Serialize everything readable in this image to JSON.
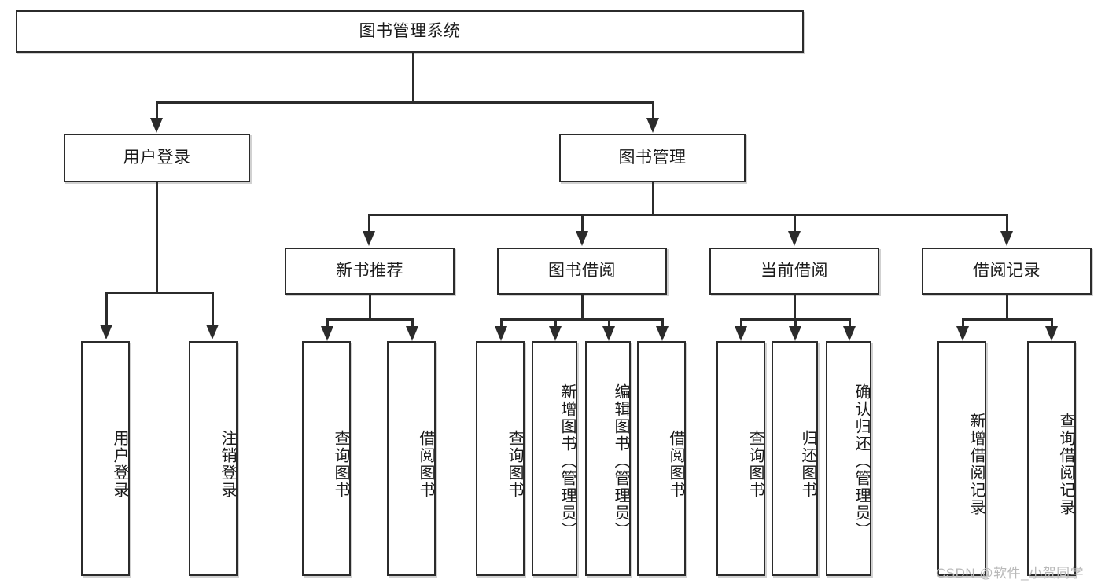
{
  "diagram": {
    "type": "tree-hierarchy",
    "title": "图书管理系统",
    "watermark": "CSDN @软件_小贺同学",
    "colors": {
      "stroke": "#2b2b2b",
      "fill": "#ffffff",
      "text": "#1a1a1a",
      "watermark": "#b9b9b9"
    },
    "root": {
      "id": "root",
      "label": "图书管理系统",
      "orientation": "horizontal"
    },
    "level2": [
      {
        "id": "user-login",
        "label": "用户登录",
        "orientation": "horizontal"
      },
      {
        "id": "book-management",
        "label": "图书管理",
        "orientation": "horizontal"
      }
    ],
    "level3": [
      {
        "id": "new-book-recommend",
        "label": "新书推荐",
        "orientation": "horizontal",
        "parent": "book-management"
      },
      {
        "id": "book-borrow",
        "label": "图书借阅",
        "orientation": "horizontal",
        "parent": "book-management"
      },
      {
        "id": "current-borrow",
        "label": "当前借阅",
        "orientation": "horizontal",
        "parent": "book-management"
      },
      {
        "id": "borrow-record",
        "label": "借阅记录",
        "orientation": "horizontal",
        "parent": "book-management"
      }
    ],
    "leaves": [
      {
        "id": "leaf-user-login",
        "label": "用户登录",
        "orientation": "vertical",
        "parent": "user-login"
      },
      {
        "id": "leaf-user-logout",
        "label": "注销登录",
        "orientation": "vertical",
        "parent": "user-login"
      },
      {
        "id": "leaf-query-book-1",
        "label": "查询图书",
        "orientation": "vertical",
        "parent": "new-book-recommend"
      },
      {
        "id": "leaf-borrow-book-1",
        "label": "借阅图书",
        "orientation": "vertical",
        "parent": "new-book-recommend"
      },
      {
        "id": "leaf-query-book-2",
        "label": "查询图书",
        "orientation": "vertical",
        "parent": "book-borrow"
      },
      {
        "id": "leaf-add-book",
        "label": "新增图书（管理员）",
        "orientation": "vertical",
        "parent": "book-borrow"
      },
      {
        "id": "leaf-edit-book",
        "label": "编辑图书（管理员）",
        "orientation": "vertical",
        "parent": "book-borrow"
      },
      {
        "id": "leaf-borrow-book-2",
        "label": "借阅图书",
        "orientation": "vertical",
        "parent": "book-borrow"
      },
      {
        "id": "leaf-query-book-3",
        "label": "查询图书",
        "orientation": "vertical",
        "parent": "current-borrow"
      },
      {
        "id": "leaf-return-book",
        "label": "归还图书",
        "orientation": "vertical",
        "parent": "current-borrow"
      },
      {
        "id": "leaf-confirm-return",
        "label": "确认归还（管理员）",
        "orientation": "vertical",
        "parent": "current-borrow"
      },
      {
        "id": "leaf-add-record",
        "label": "新增借阅记录",
        "orientation": "vertical",
        "parent": "borrow-record"
      },
      {
        "id": "leaf-query-record",
        "label": "查询借阅记录",
        "orientation": "vertical",
        "parent": "borrow-record"
      }
    ]
  }
}
